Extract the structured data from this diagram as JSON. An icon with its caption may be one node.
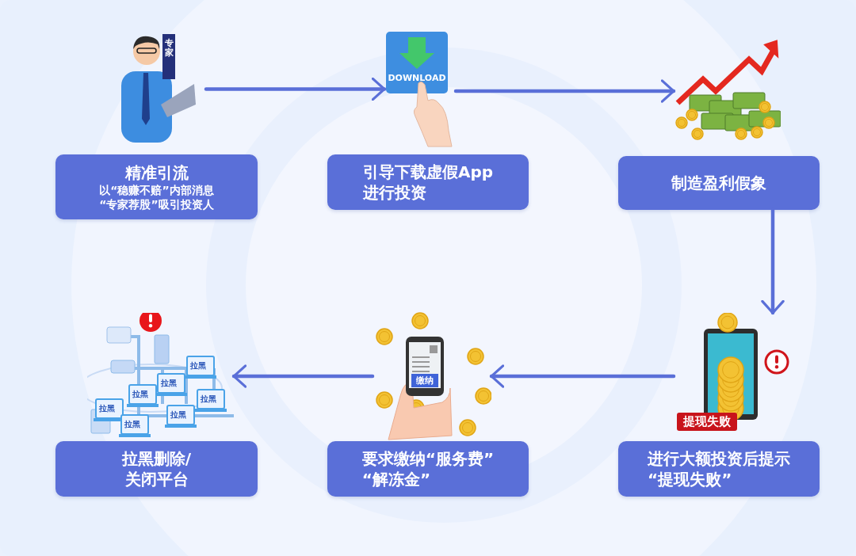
{
  "diagram": {
    "nodes": [
      {
        "text": [],
        "shape": "picture"
      },
      {
        "text": [],
        "shape": "picture"
      },
      {
        "text": [],
        "shape": "picture"
      },
      {
        "text": [
          "精准引流",
          "以“稳赚不赔”内部消息 “专家荐股”吸引投资人"
        ]
      },
      {
        "text": [
          "引导下载虚假App 进行投资"
        ]
      },
      {
        "text": [
          "制造盈利假象"
        ]
      },
      {
        "text": [],
        "shape": "picture"
      },
      {
        "text": [],
        "shape": "picture"
      },
      {
        "text": [],
        "shape": "picture"
      },
      {
        "text": [
          "拉黑删除/关闭平台"
        ]
      },
      {
        "text": [
          "要求缴纳“服务费” “解冻金”"
        ]
      },
      {
        "text": [
          "进行大额投资后提示 “提现失败”"
        ]
      }
    ],
    "edges": [
      {
        "from": 0,
        "to": 1,
        "arrow": "to"
      },
      {
        "from": 1,
        "to": 2,
        "arrow": "to"
      },
      {
        "from": 5,
        "to": 8,
        "arrow": "to"
      },
      {
        "from": 8,
        "to": 7,
        "arrow": "to"
      },
      {
        "from": 7,
        "to": 6,
        "arrow": "to"
      }
    ],
    "labels": [
      "专家",
      "DOWNLOAD",
      "拉黑",
      "拉黑",
      "拉黑",
      "拉黑",
      "拉黑",
      "拉黑",
      "拉黑",
      "缴纳",
      "提现失败"
    ]
  }
}
